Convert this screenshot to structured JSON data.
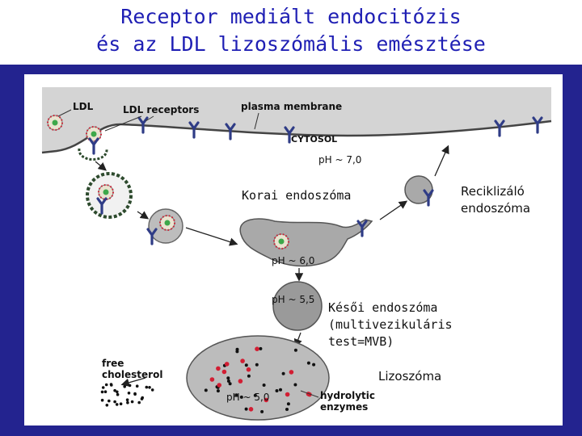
{
  "title": {
    "line1": "Receptor mediált endocitózis",
    "line2": "és az LDL lizoszómális emésztése"
  },
  "figure": {
    "ldl_label": "LDL",
    "receptors_label": "LDL receptors",
    "membrane_label": "plasma membrane",
    "cytosol_label": "CYTOSOL",
    "ph_membrane": "pH ~ 7,0",
    "early_endosome": "Korai endoszóma",
    "recycling_endosome_line1": "Reciklizáló",
    "recycling_endosome_line2": "endoszóma",
    "ph_early": "pH ~ 6,0",
    "ph_late": "pH ~ 5,5",
    "late_endosome_line1": "Késői endoszóma",
    "late_endosome_line2": "(multivezikuláris",
    "late_endosome_line3": "test=MVB)",
    "free_cholesterol_line1": "free",
    "free_cholesterol_line2": "cholesterol",
    "lysosome_label": "Lizoszóma",
    "ph_lysosome": "pH ~ 5,0",
    "hydrolytic_line1": "hydrolytic",
    "hydrolytic_line2": "enzymes"
  },
  "colors": {
    "title": "#1f1fb4",
    "frame": "#23238f",
    "organelle_fill": "#a9a9a9",
    "lysosome_fill": "#bcbcbc",
    "receptor": "#2f3c86",
    "ldl_core": "#3da84a",
    "red_dot": "#d21e33"
  }
}
